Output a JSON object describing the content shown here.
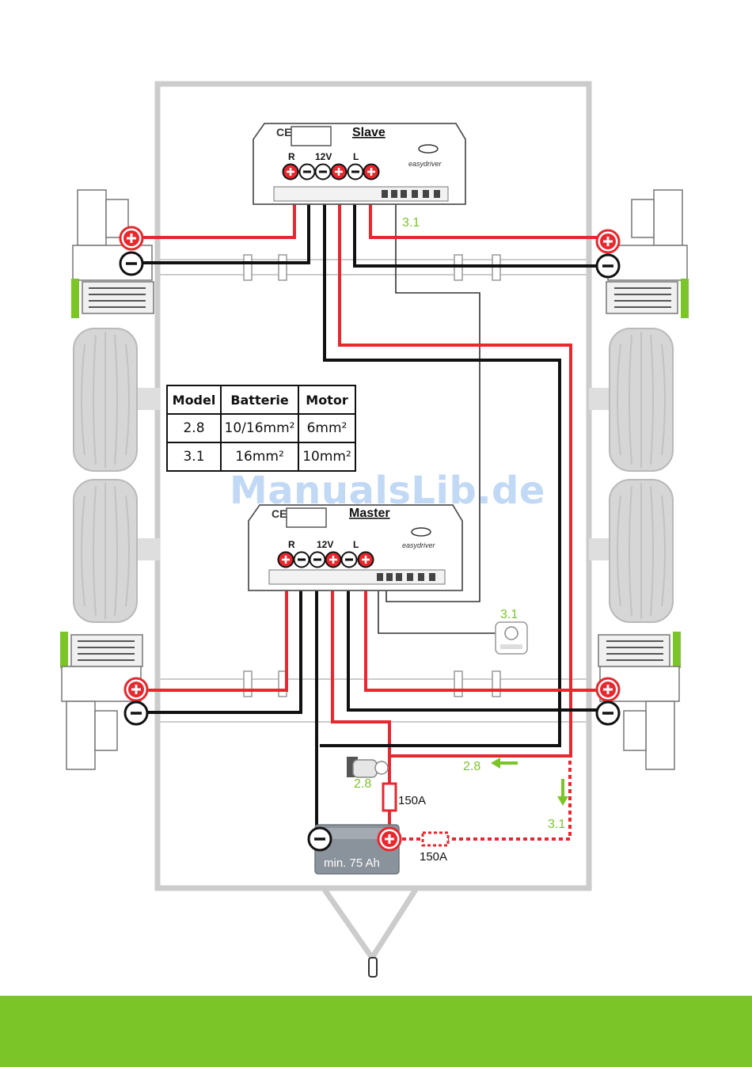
{
  "controllers": {
    "slave": {
      "title": "Slave",
      "ce": "CE",
      "brand": "easydriver",
      "terminal_labels": [
        "R",
        "12V",
        "L"
      ]
    },
    "master": {
      "title": "Master",
      "ce": "CE",
      "brand": "easydriver",
      "terminal_labels": [
        "R",
        "12V",
        "L"
      ]
    }
  },
  "table": {
    "headers": [
      "Model",
      "Batterie",
      "Motor"
    ],
    "rows": [
      [
        "2.8",
        "10/16mm²",
        "6mm²"
      ],
      [
        "3.1",
        "16mm²",
        "10mm²"
      ]
    ]
  },
  "labels": {
    "slave_cable": "3.1",
    "remote_sensor": "3.1",
    "switch_28": "2.8",
    "arrow_28": "2.8",
    "arrow_31": "3.1",
    "fuse_main": "150A",
    "fuse_31": "150A",
    "battery": "min. 75 Ah"
  },
  "watermark": "ManualsLib.de",
  "colors": {
    "positive_wire": "#e8272e",
    "negative_wire": "#111111",
    "model_highlight": "#7cc529",
    "frame": "#cccccc",
    "footer": "#7cc529"
  }
}
